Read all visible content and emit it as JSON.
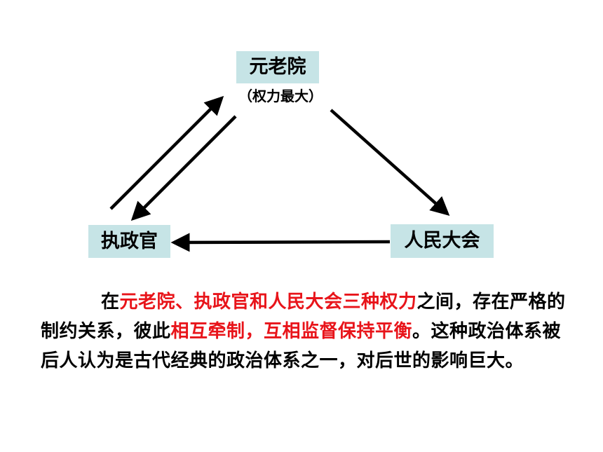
{
  "diagram": {
    "nodes": {
      "senate": {
        "label": "元老院",
        "note": "（权力最大）"
      },
      "consul": {
        "label": "执政官"
      },
      "assembly": {
        "label": "人民大会"
      }
    },
    "edges": [
      {
        "from": "consul",
        "to": "senate"
      },
      {
        "from": "senate",
        "to": "consul"
      },
      {
        "from": "senate",
        "to": "assembly"
      },
      {
        "from": "assembly",
        "to": "consul"
      }
    ]
  },
  "caption": {
    "segments": [
      {
        "text": "在",
        "highlight": false
      },
      {
        "text": "元老院、执政官和人民大会三种权力",
        "highlight": true
      },
      {
        "text": "之间，存在严格的制约关系，彼此",
        "highlight": false
      },
      {
        "text": "相互牵制，互相监督保持平衡",
        "highlight": true
      },
      {
        "text": "。这种政治体系被后人认为是古代经典的政治体系之一，对后世的影响巨大。",
        "highlight": false
      }
    ]
  },
  "colors": {
    "node_fill": "#c6e4e6",
    "highlight": "#e8141a",
    "text": "#000000"
  }
}
